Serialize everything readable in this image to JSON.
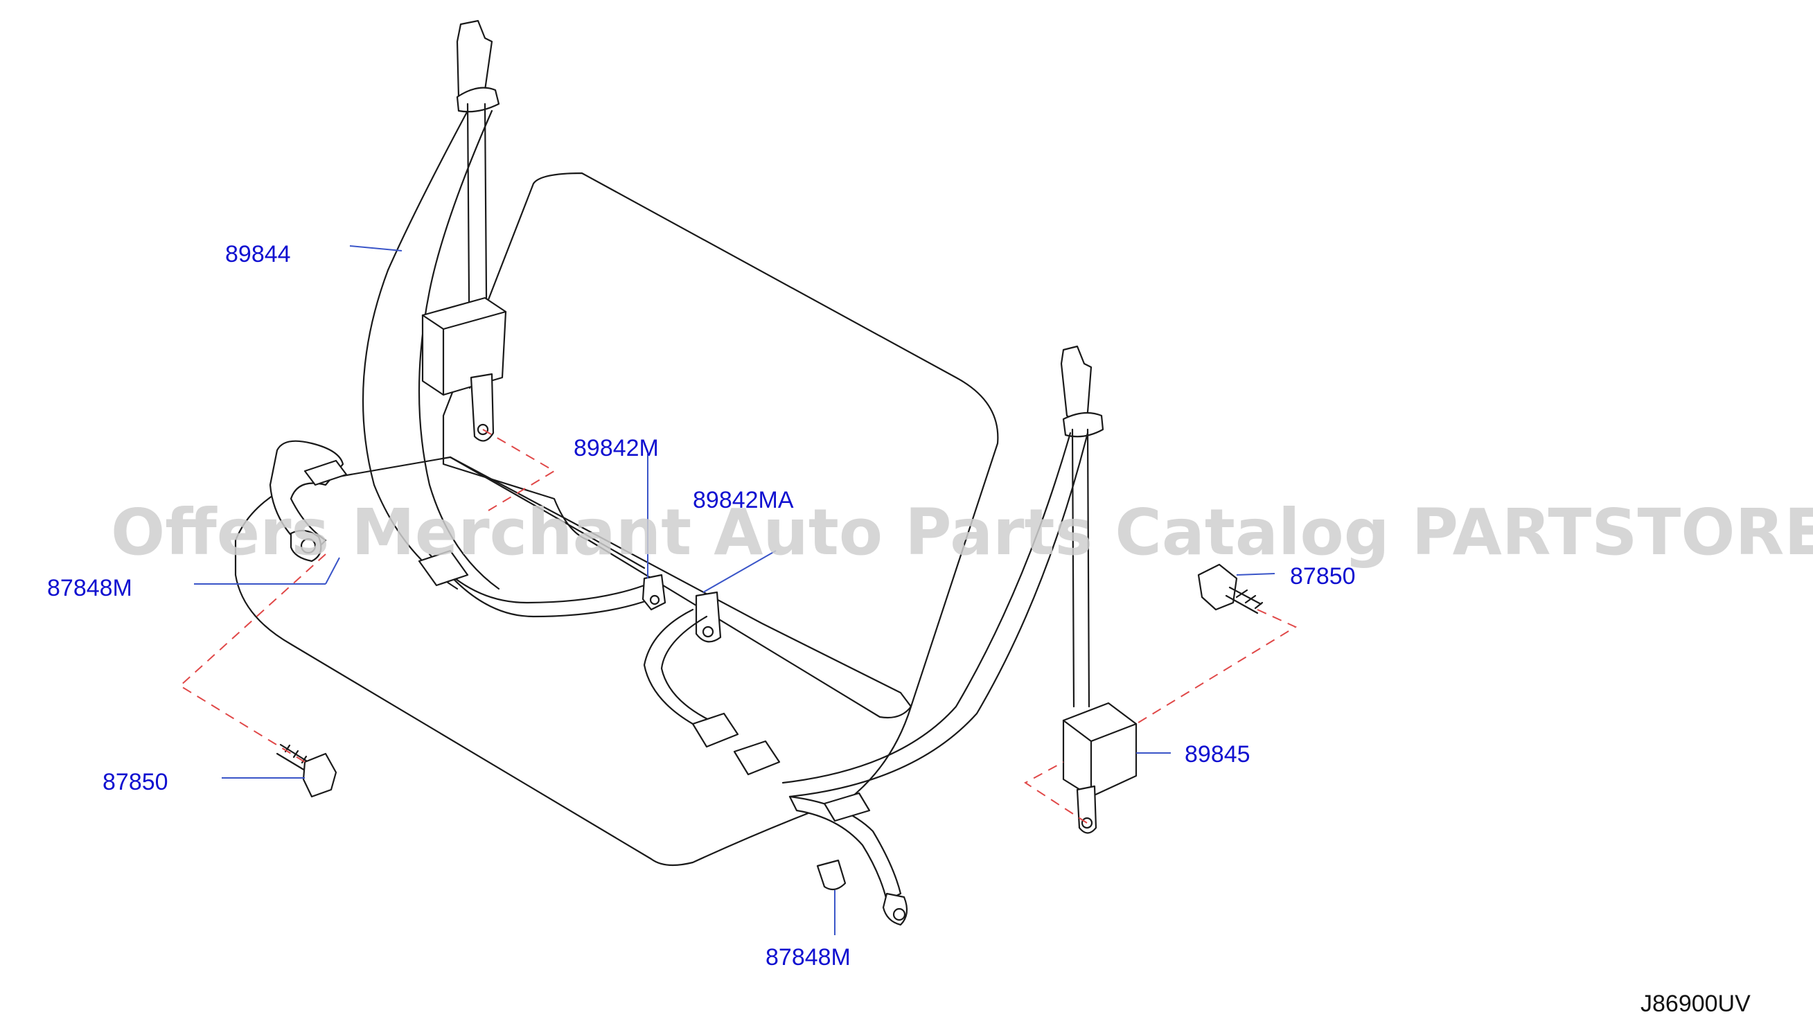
{
  "callouts": {
    "shoulder_belt_left": "89844",
    "buckle_center": "89842M",
    "buckle_center_alt": "89842MA",
    "retractor_right": "89845",
    "bolt_right": "87850",
    "bolt_left": "87850",
    "anchor_left": "87848M",
    "anchor_bottom": "87848M"
  },
  "diagram_code": "J86900UV",
  "watermark": "Offers Merchant Auto Parts Catalog PARTSTORE.SA",
  "colors": {
    "callout_text": "#1010d0",
    "leader_line": "#3a55c8",
    "dash_line": "#e04848",
    "part_outline": "#1a1a1a"
  }
}
